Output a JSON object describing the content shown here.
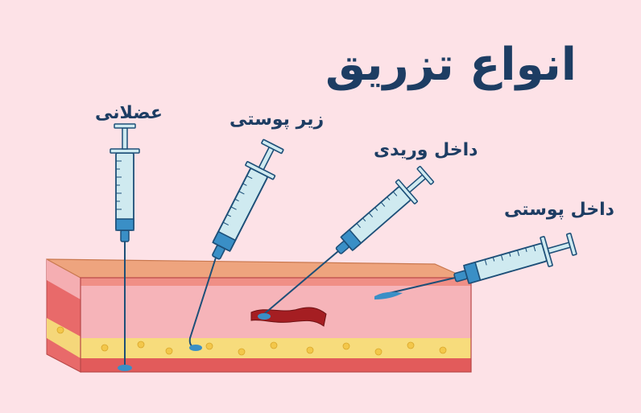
{
  "title": "انواع تزریق",
  "labels": {
    "intramuscular": "عضلانی",
    "subcutaneous": "زیر پوستی",
    "intravenous": "داخل وریدی",
    "intradermal": "داخل پوستی"
  },
  "colors": {
    "background": "#fde2e7",
    "text": "#1d3d63",
    "barrel": "#cfeaf0",
    "accent_blue": "#3a8fc6",
    "skin_top": "#eea47e",
    "dermis": "#f6b4b9",
    "fat": "#f7dc7c",
    "muscle": "#e25b5b",
    "vein": "#a51e22"
  }
}
